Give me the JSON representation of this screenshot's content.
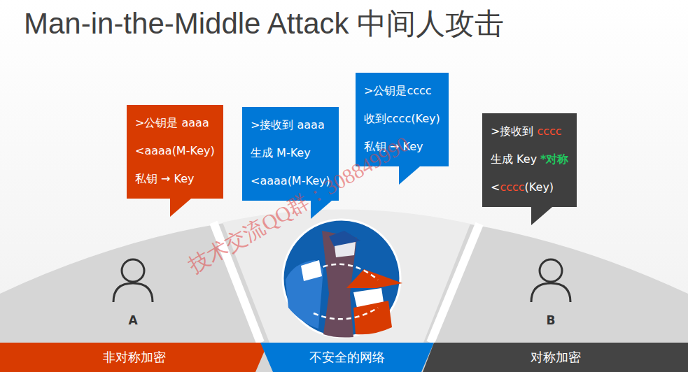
{
  "diagram": {
    "title": "Man-in-the-Middle Attack 中间人攻击",
    "nodes": [
      {
        "text": [
          ">公钥是 aaaa",
          "<aaaa(M-Key)",
          "私钥 → Key"
        ]
      },
      {
        "text": [
          ">接收到 aaaa",
          "生成 M-Key",
          "<aaaa(M-Key)"
        ]
      },
      {
        "text": [
          ">公钥是cccc",
          "收到cccc(Key)",
          "私钥 → Key"
        ]
      },
      {
        "text": [
          ">接收到",
          "cccc",
          "生成 Key",
          "*对称",
          "<",
          "cccc",
          "(Key)"
        ]
      },
      {
        "text": [
          "非对称加密"
        ]
      },
      {
        "text": [
          "不安全的网络"
        ]
      },
      {
        "text": [
          "对称加密"
        ]
      }
    ],
    "labels": [
      "A",
      "B",
      "技术交流QQ群：308849990"
    ]
  }
}
